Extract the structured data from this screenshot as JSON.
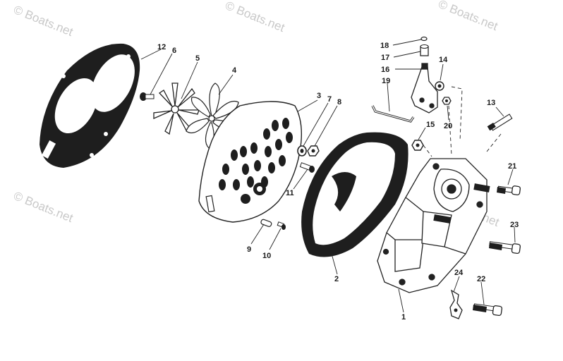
{
  "watermark": "© Boats.net",
  "callouts": [
    "1",
    "2",
    "3",
    "4",
    "5",
    "6",
    "7",
    "8",
    "9",
    "10",
    "11",
    "12",
    "13",
    "14",
    "15",
    "16",
    "17",
    "18",
    "19",
    "20",
    "21",
    "22",
    "23",
    "24"
  ]
}
